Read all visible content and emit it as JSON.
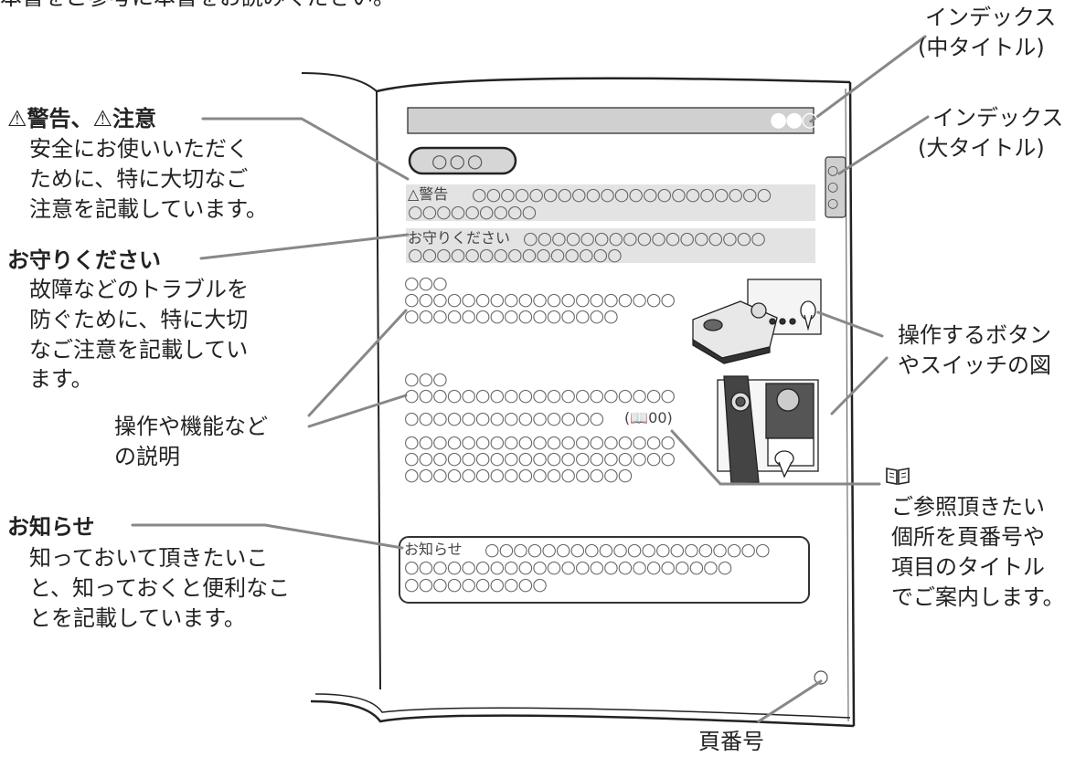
{
  "top_caption": "本書をご参考に本書をお読みください。",
  "left": {
    "warning": {
      "title": "⚠警告、⚠注意",
      "lines": [
        "安全にお使いいただく",
        "ために、特に大切なご",
        "注意を記載しています。"
      ]
    },
    "caution": {
      "title": "お守りください",
      "lines": [
        "故障などのトラブルを",
        "防ぐために、特に大切",
        "なご注意を記載してい",
        "ます。"
      ]
    },
    "operation": {
      "lines": [
        "操作や機能など",
        "の説明"
      ]
    },
    "notice": {
      "title": "お知らせ",
      "lines": [
        "知っておいて頂きたいこ",
        "と、知っておくと便利なこ",
        "とを記載しています。"
      ]
    }
  },
  "right": {
    "index_mid": [
      "インデックス",
      "(中タイトル)"
    ],
    "index_big": [
      "インデックス",
      "(大タイトル)"
    ],
    "button_figure": [
      "操作するボタン",
      "やスイッチの図"
    ],
    "reference": {
      "icon": "book-icon",
      "lines": [
        "ご参照頂きたい",
        "個所を頁番号や",
        "項目のタイトル",
        "でご案内します。"
      ]
    },
    "page_number": "頁番号"
  },
  "page": {
    "header_circles": "●●○",
    "section_tab": "○○○",
    "index_tab_circles": [
      "○",
      "○",
      "○"
    ],
    "warning_box": {
      "label": "△警告",
      "line1": "○○○○○○○○○○○○○○○○○○○○○",
      "line2": "○○○○○○○○○"
    },
    "caution_box": {
      "label": "お守りください",
      "line1": "○○○○○○○○○○○○○○○○○",
      "line2": "○○○○○○○○○○○○○○○"
    },
    "block1": {
      "title": "○○○",
      "line1": "○○○○○○○○○○○○○○○○○○○",
      "line2": "○○○○○○○○○○○○○○○"
    },
    "block2": {
      "title": "○○○",
      "line1": "○○○○○○○○○○○○○○○○○○○",
      "line2": "○○○○○○○○○○○○○○",
      "ref": "(📖00)",
      "line3": "○○○○○○○○○○○○○○○○○○○",
      "line4": "○○○○○○○○○○○○○○○○○○○",
      "line5": "○○○○○○○○○○○○○○○○"
    },
    "notice_box": {
      "label": "お知らせ",
      "line1": "○○○○○○○○○○○○○○○○○○○○",
      "line2": "○○○○○○○○○○○○○○○○○○○○○○○",
      "line3": "○○○○○○○○○○"
    },
    "page_circle": "○"
  },
  "colors": {
    "leader": "#888888",
    "box_fill": "#e3e3e3",
    "header_fill": "#d0d0d0"
  }
}
